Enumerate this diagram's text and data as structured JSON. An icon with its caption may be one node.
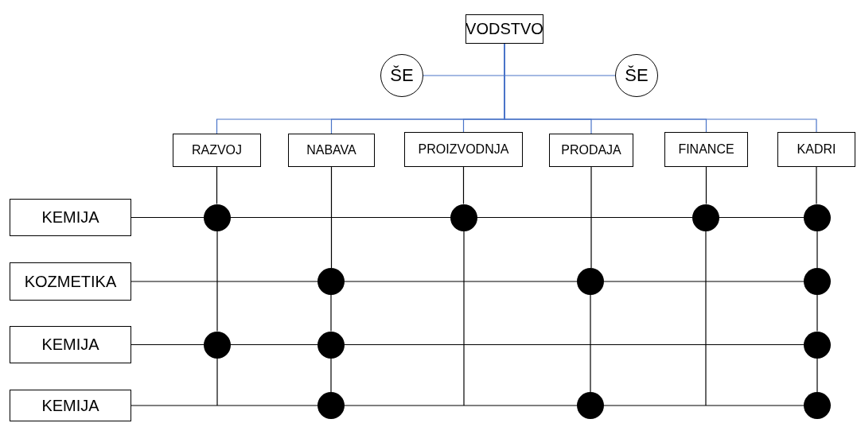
{
  "diagram": {
    "nodes": [
      {
        "text": [
          "VODSTVO"
        ]
      },
      {
        "text": [
          "ŠE"
        ]
      },
      {
        "text": [
          "ŠE"
        ]
      },
      {
        "text": [
          "RAZVOJ"
        ]
      },
      {
        "text": [
          "NABAVA"
        ]
      },
      {
        "text": [
          "PROIZVODNJA"
        ]
      },
      {
        "text": [
          "PRODAJA"
        ]
      },
      {
        "text": [
          "FINANCE"
        ]
      },
      {
        "text": [
          "KADRI"
        ]
      },
      {
        "text": [
          "KEMIJA"
        ]
      },
      {
        "text": [
          "KOZMETIKA"
        ]
      },
      {
        "text": [
          "KEMIJA"
        ]
      },
      {
        "text": [
          "KEMIJA"
        ]
      },
      {
        "text": [],
        "shape": "circle"
      },
      {
        "text": [],
        "shape": "circle"
      },
      {
        "text": [],
        "shape": "circle"
      },
      {
        "text": [],
        "shape": "circle"
      },
      {
        "text": [],
        "shape": "circle"
      },
      {
        "text": [],
        "shape": "circle"
      },
      {
        "text": [],
        "shape": "circle"
      },
      {
        "text": [],
        "shape": "circle"
      },
      {
        "text": [],
        "shape": "circle"
      },
      {
        "text": [],
        "shape": "circle"
      },
      {
        "text": [],
        "shape": "circle"
      },
      {
        "text": [],
        "shape": "circle"
      },
      {
        "text": [],
        "shape": "circle"
      }
    ],
    "edges": [
      {
        "from": 0,
        "to": 1,
        "arrow": "none",
        "color": "#4a74c8"
      },
      {
        "from": 0,
        "to": 2,
        "arrow": "none",
        "color": "#4a74c8"
      },
      {
        "from": 0,
        "to": 3,
        "arrow": "none",
        "color": "#4a74c8"
      },
      {
        "from": 0,
        "to": 4,
        "arrow": "none",
        "color": "#4a74c8"
      },
      {
        "from": 0,
        "to": 5,
        "arrow": "none",
        "color": "#4a74c8"
      },
      {
        "from": 0,
        "to": 6,
        "arrow": "none",
        "color": "#4a74c8"
      },
      {
        "from": 0,
        "to": 7,
        "arrow": "none",
        "color": "#4a74c8"
      },
      {
        "from": 0,
        "to": 8,
        "arrow": "none",
        "color": "#4a74c8"
      },
      {
        "from": 9,
        "to": 13,
        "arrow": "none"
      },
      {
        "from": 13,
        "to": 14,
        "arrow": "none"
      },
      {
        "from": 14,
        "to": 15,
        "arrow": "none"
      },
      {
        "from": 15,
        "to": 16,
        "arrow": "none"
      },
      {
        "from": 10,
        "to": 17,
        "arrow": "none"
      },
      {
        "from": 17,
        "to": 18,
        "arrow": "none"
      },
      {
        "from": 18,
        "to": 19,
        "arrow": "none"
      },
      {
        "from": 11,
        "to": 20,
        "arrow": "none"
      },
      {
        "from": 20,
        "to": 21,
        "arrow": "none"
      },
      {
        "from": 21,
        "to": 22,
        "arrow": "none"
      },
      {
        "from": 12,
        "to": 23,
        "arrow": "none"
      },
      {
        "from": 23,
        "to": 24,
        "arrow": "none"
      },
      {
        "from": 24,
        "to": 25,
        "arrow": "none"
      },
      {
        "from": 3,
        "to": 13,
        "arrow": "none"
      },
      {
        "from": 13,
        "to": 20,
        "arrow": "none"
      },
      {
        "from": 4,
        "to": 17,
        "arrow": "none"
      },
      {
        "from": 17,
        "to": 21,
        "arrow": "none"
      },
      {
        "from": 21,
        "to": 23,
        "arrow": "none"
      },
      {
        "from": 5,
        "to": 14,
        "arrow": "none"
      },
      {
        "from": 6,
        "to": 18,
        "arrow": "none"
      },
      {
        "from": 18,
        "to": 24,
        "arrow": "none"
      },
      {
        "from": 7,
        "to": 15,
        "arrow": "none"
      },
      {
        "from": 8,
        "to": 16,
        "arrow": "none"
      },
      {
        "from": 16,
        "to": 19,
        "arrow": "none"
      },
      {
        "from": 19,
        "to": 22,
        "arrow": "none"
      },
      {
        "from": 22,
        "to": 25,
        "arrow": "none"
      },
      {
        "from": 20,
        "to": null,
        "arrow": "none"
      },
      {
        "from": 14,
        "to": null,
        "arrow": "none"
      },
      {
        "from": 15,
        "to": null,
        "arrow": "none"
      }
    ]
  }
}
